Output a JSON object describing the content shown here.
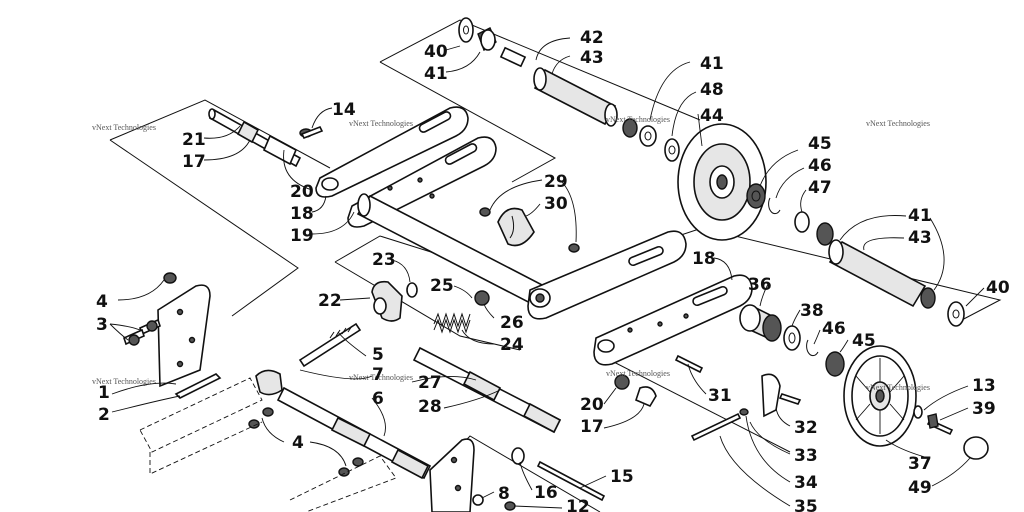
{
  "watermark": "vNext Technologies",
  "callouts": [
    {
      "id": "c40a",
      "text": "40"
    },
    {
      "id": "c41a",
      "text": "41"
    },
    {
      "id": "c42",
      "text": "42"
    },
    {
      "id": "c43a",
      "text": "43"
    },
    {
      "id": "c41b",
      "text": "41"
    },
    {
      "id": "c48",
      "text": "48"
    },
    {
      "id": "c44",
      "text": "44"
    },
    {
      "id": "c14",
      "text": "14"
    },
    {
      "id": "c21",
      "text": "21"
    },
    {
      "id": "c17a",
      "text": "17"
    },
    {
      "id": "c20a",
      "text": "20"
    },
    {
      "id": "c18a",
      "text": "18"
    },
    {
      "id": "c19",
      "text": "19"
    },
    {
      "id": "c29",
      "text": "29"
    },
    {
      "id": "c30",
      "text": "30"
    },
    {
      "id": "c45a",
      "text": "45"
    },
    {
      "id": "c46a",
      "text": "46"
    },
    {
      "id": "c47",
      "text": "47"
    },
    {
      "id": "c41c",
      "text": "41"
    },
    {
      "id": "c43b",
      "text": "43"
    },
    {
      "id": "c40b",
      "text": "40"
    },
    {
      "id": "c18b",
      "text": "18"
    },
    {
      "id": "c23",
      "text": "23"
    },
    {
      "id": "c25",
      "text": "25"
    },
    {
      "id": "c22",
      "text": "22"
    },
    {
      "id": "c26",
      "text": "26"
    },
    {
      "id": "c24",
      "text": "24"
    },
    {
      "id": "c36",
      "text": "36"
    },
    {
      "id": "c38",
      "text": "38"
    },
    {
      "id": "c46b",
      "text": "46"
    },
    {
      "id": "c45b",
      "text": "45"
    },
    {
      "id": "c4a",
      "text": "4"
    },
    {
      "id": "c3",
      "text": "3"
    },
    {
      "id": "c5",
      "text": "5"
    },
    {
      "id": "c7",
      "text": "7"
    },
    {
      "id": "c27",
      "text": "27"
    },
    {
      "id": "c6",
      "text": "6"
    },
    {
      "id": "c28",
      "text": "28"
    },
    {
      "id": "c1",
      "text": "1"
    },
    {
      "id": "c2",
      "text": "2"
    },
    {
      "id": "c20b",
      "text": "20"
    },
    {
      "id": "c17b",
      "text": "17"
    },
    {
      "id": "c31",
      "text": "31"
    },
    {
      "id": "c4b",
      "text": "4"
    },
    {
      "id": "c32",
      "text": "32"
    },
    {
      "id": "c33",
      "text": "33"
    },
    {
      "id": "c34",
      "text": "34"
    },
    {
      "id": "c35",
      "text": "35"
    },
    {
      "id": "c13",
      "text": "13"
    },
    {
      "id": "c39",
      "text": "39"
    },
    {
      "id": "c37",
      "text": "37"
    },
    {
      "id": "c49",
      "text": "49"
    },
    {
      "id": "c15",
      "text": "15"
    },
    {
      "id": "c16",
      "text": "16"
    },
    {
      "id": "c8",
      "text": "8"
    },
    {
      "id": "c12",
      "text": "12"
    }
  ]
}
